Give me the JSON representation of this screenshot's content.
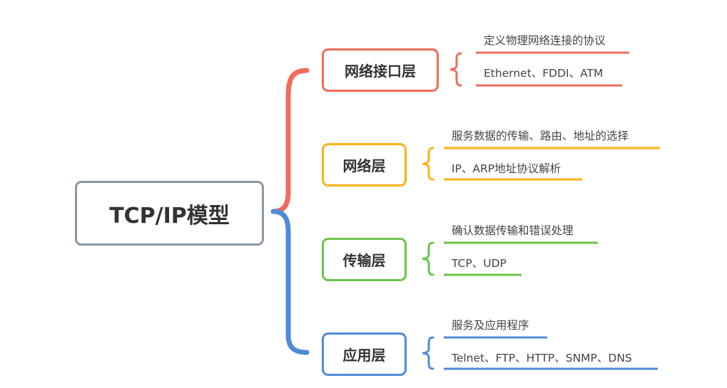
{
  "root": {
    "label": "TCP/IP模型",
    "color": "#8a97a8"
  },
  "colors": {
    "top_brace": "#f26b5b",
    "bottom_brace": "#4f8bd6"
  },
  "layers": [
    {
      "label": "网络接口层",
      "color": "#f26b5b",
      "items": [
        "定义物理网络连接的协议",
        "Ethernet、FDDI、ATM"
      ]
    },
    {
      "label": "网络层",
      "color": "#fbb315",
      "items": [
        "服务数据的传输、路由、地址的选择",
        "IP、ARP地址协议解析"
      ]
    },
    {
      "label": "传输层",
      "color": "#6cc24a",
      "items": [
        "确认数据传输和错误处理",
        "TCP、UDP"
      ]
    },
    {
      "label": "应用层",
      "color": "#4f8bd6",
      "items": [
        "服务及应用程序",
        "Telnet、FTP、HTTP、SNMP、DNS"
      ]
    }
  ]
}
